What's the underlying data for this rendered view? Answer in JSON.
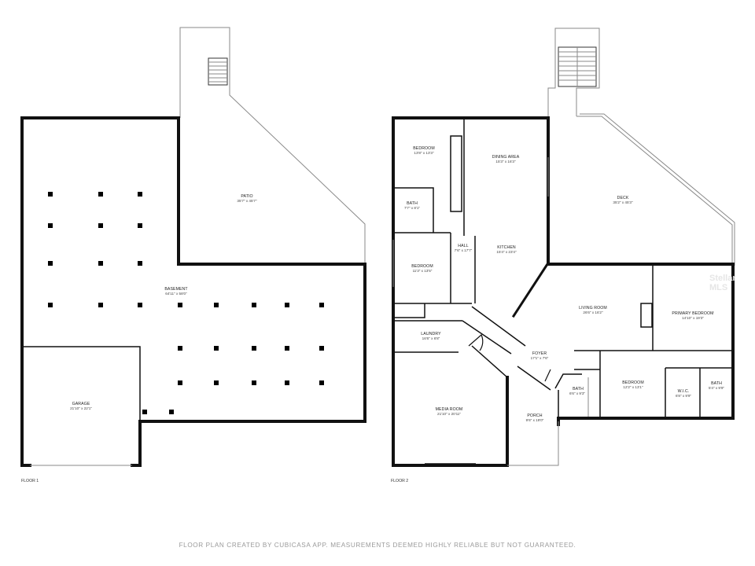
{
  "floor1": {
    "label": "FLOOR 1",
    "rooms": [
      {
        "id": "patio",
        "name": "PATIO",
        "dims": "35'7\" x 45'7\""
      },
      {
        "id": "basement",
        "name": "BASEMENT",
        "dims": "64'11\" x 58'0\""
      },
      {
        "id": "garage",
        "name": "GARAGE",
        "dims": "21'10\" x 22'1\""
      }
    ]
  },
  "floor2": {
    "label": "FLOOR 2",
    "rooms": [
      {
        "id": "bedroom-1",
        "name": "BEDROOM",
        "dims": "13'8\" x 13'3\""
      },
      {
        "id": "dining-area",
        "name": "DINING AREA",
        "dims": "15'3\" x 16'3\""
      },
      {
        "id": "deck",
        "name": "DECK",
        "dims": "35'2\" x 45'3\""
      },
      {
        "id": "bath-1",
        "name": "BATH",
        "dims": "7'7\" x 8'1\""
      },
      {
        "id": "hall",
        "name": "HALL",
        "dims": "7'6\" x 17'7\""
      },
      {
        "id": "kitchen",
        "name": "KITCHEN",
        "dims": "15'4\" x 23'4\""
      },
      {
        "id": "bedroom-2",
        "name": "BEDROOM",
        "dims": "11'3\" x 13'5\""
      },
      {
        "id": "living-room",
        "name": "LIVING ROOM",
        "dims": "26'6\" x 16'2\""
      },
      {
        "id": "primary-bedroom",
        "name": "PRIMARY BEDROOM",
        "dims": "14'10\" x 19'3\""
      },
      {
        "id": "laundry",
        "name": "LAUNDRY",
        "dims": "16'6\" x 6'8\""
      },
      {
        "id": "foyer",
        "name": "FOYER",
        "dims": "17'1\" x 7'6\""
      },
      {
        "id": "bath-2",
        "name": "BATH",
        "dims": "6'6\" x 9'3\""
      },
      {
        "id": "bedroom-3",
        "name": "BEDROOM",
        "dims": "12'2\" x 13'1\""
      },
      {
        "id": "wic",
        "name": "W.I.C.",
        "dims": "6'8\" x 9'9\""
      },
      {
        "id": "bath-3",
        "name": "BATH",
        "dims": "5'4\" x 9'9\""
      },
      {
        "id": "media-room",
        "name": "MEDIA ROOM",
        "dims": "21'10\" x 20'11\""
      },
      {
        "id": "porch",
        "name": "PORCH",
        "dims": "9'6\" x 19'0\""
      }
    ]
  },
  "footer": "FLOOR PLAN CREATED BY CUBICASA APP. MEASUREMENTS DEEMED HIGHLY RELIABLE BUT NOT GUARANTEED.",
  "watermark": "Stellar MLS"
}
